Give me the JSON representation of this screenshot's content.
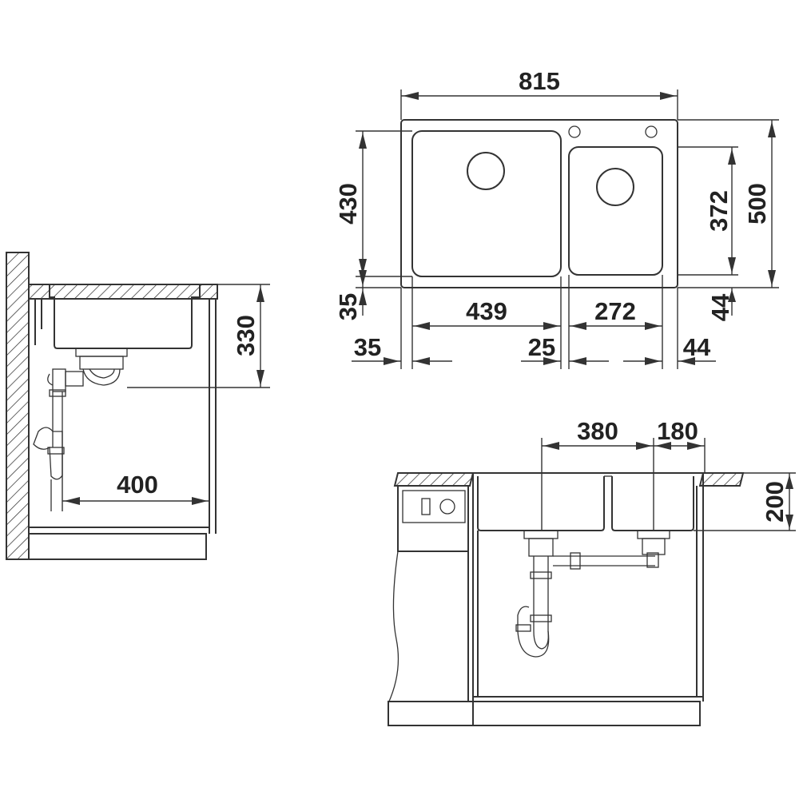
{
  "side_view": {
    "depth_label": "330",
    "offset_label": "400"
  },
  "top_view": {
    "overall_width_label": "815",
    "overall_depth_label": "500",
    "main_bowl_depth_label": "430",
    "small_bowl_depth_label": "372",
    "front_margin_left_label": "35",
    "front_margin_right_label": "44",
    "main_bowl_width_label": "439",
    "small_bowl_width_label": "272",
    "left_margin_label": "35",
    "divider_label": "25",
    "right_margin_label": "44"
  },
  "front_view": {
    "main_drain_offset_label": "380",
    "small_drain_offset_label": "180",
    "bowl_depth_label": "200"
  },
  "colors": {
    "line": "#333333",
    "text": "#222222",
    "background": "#ffffff"
  }
}
